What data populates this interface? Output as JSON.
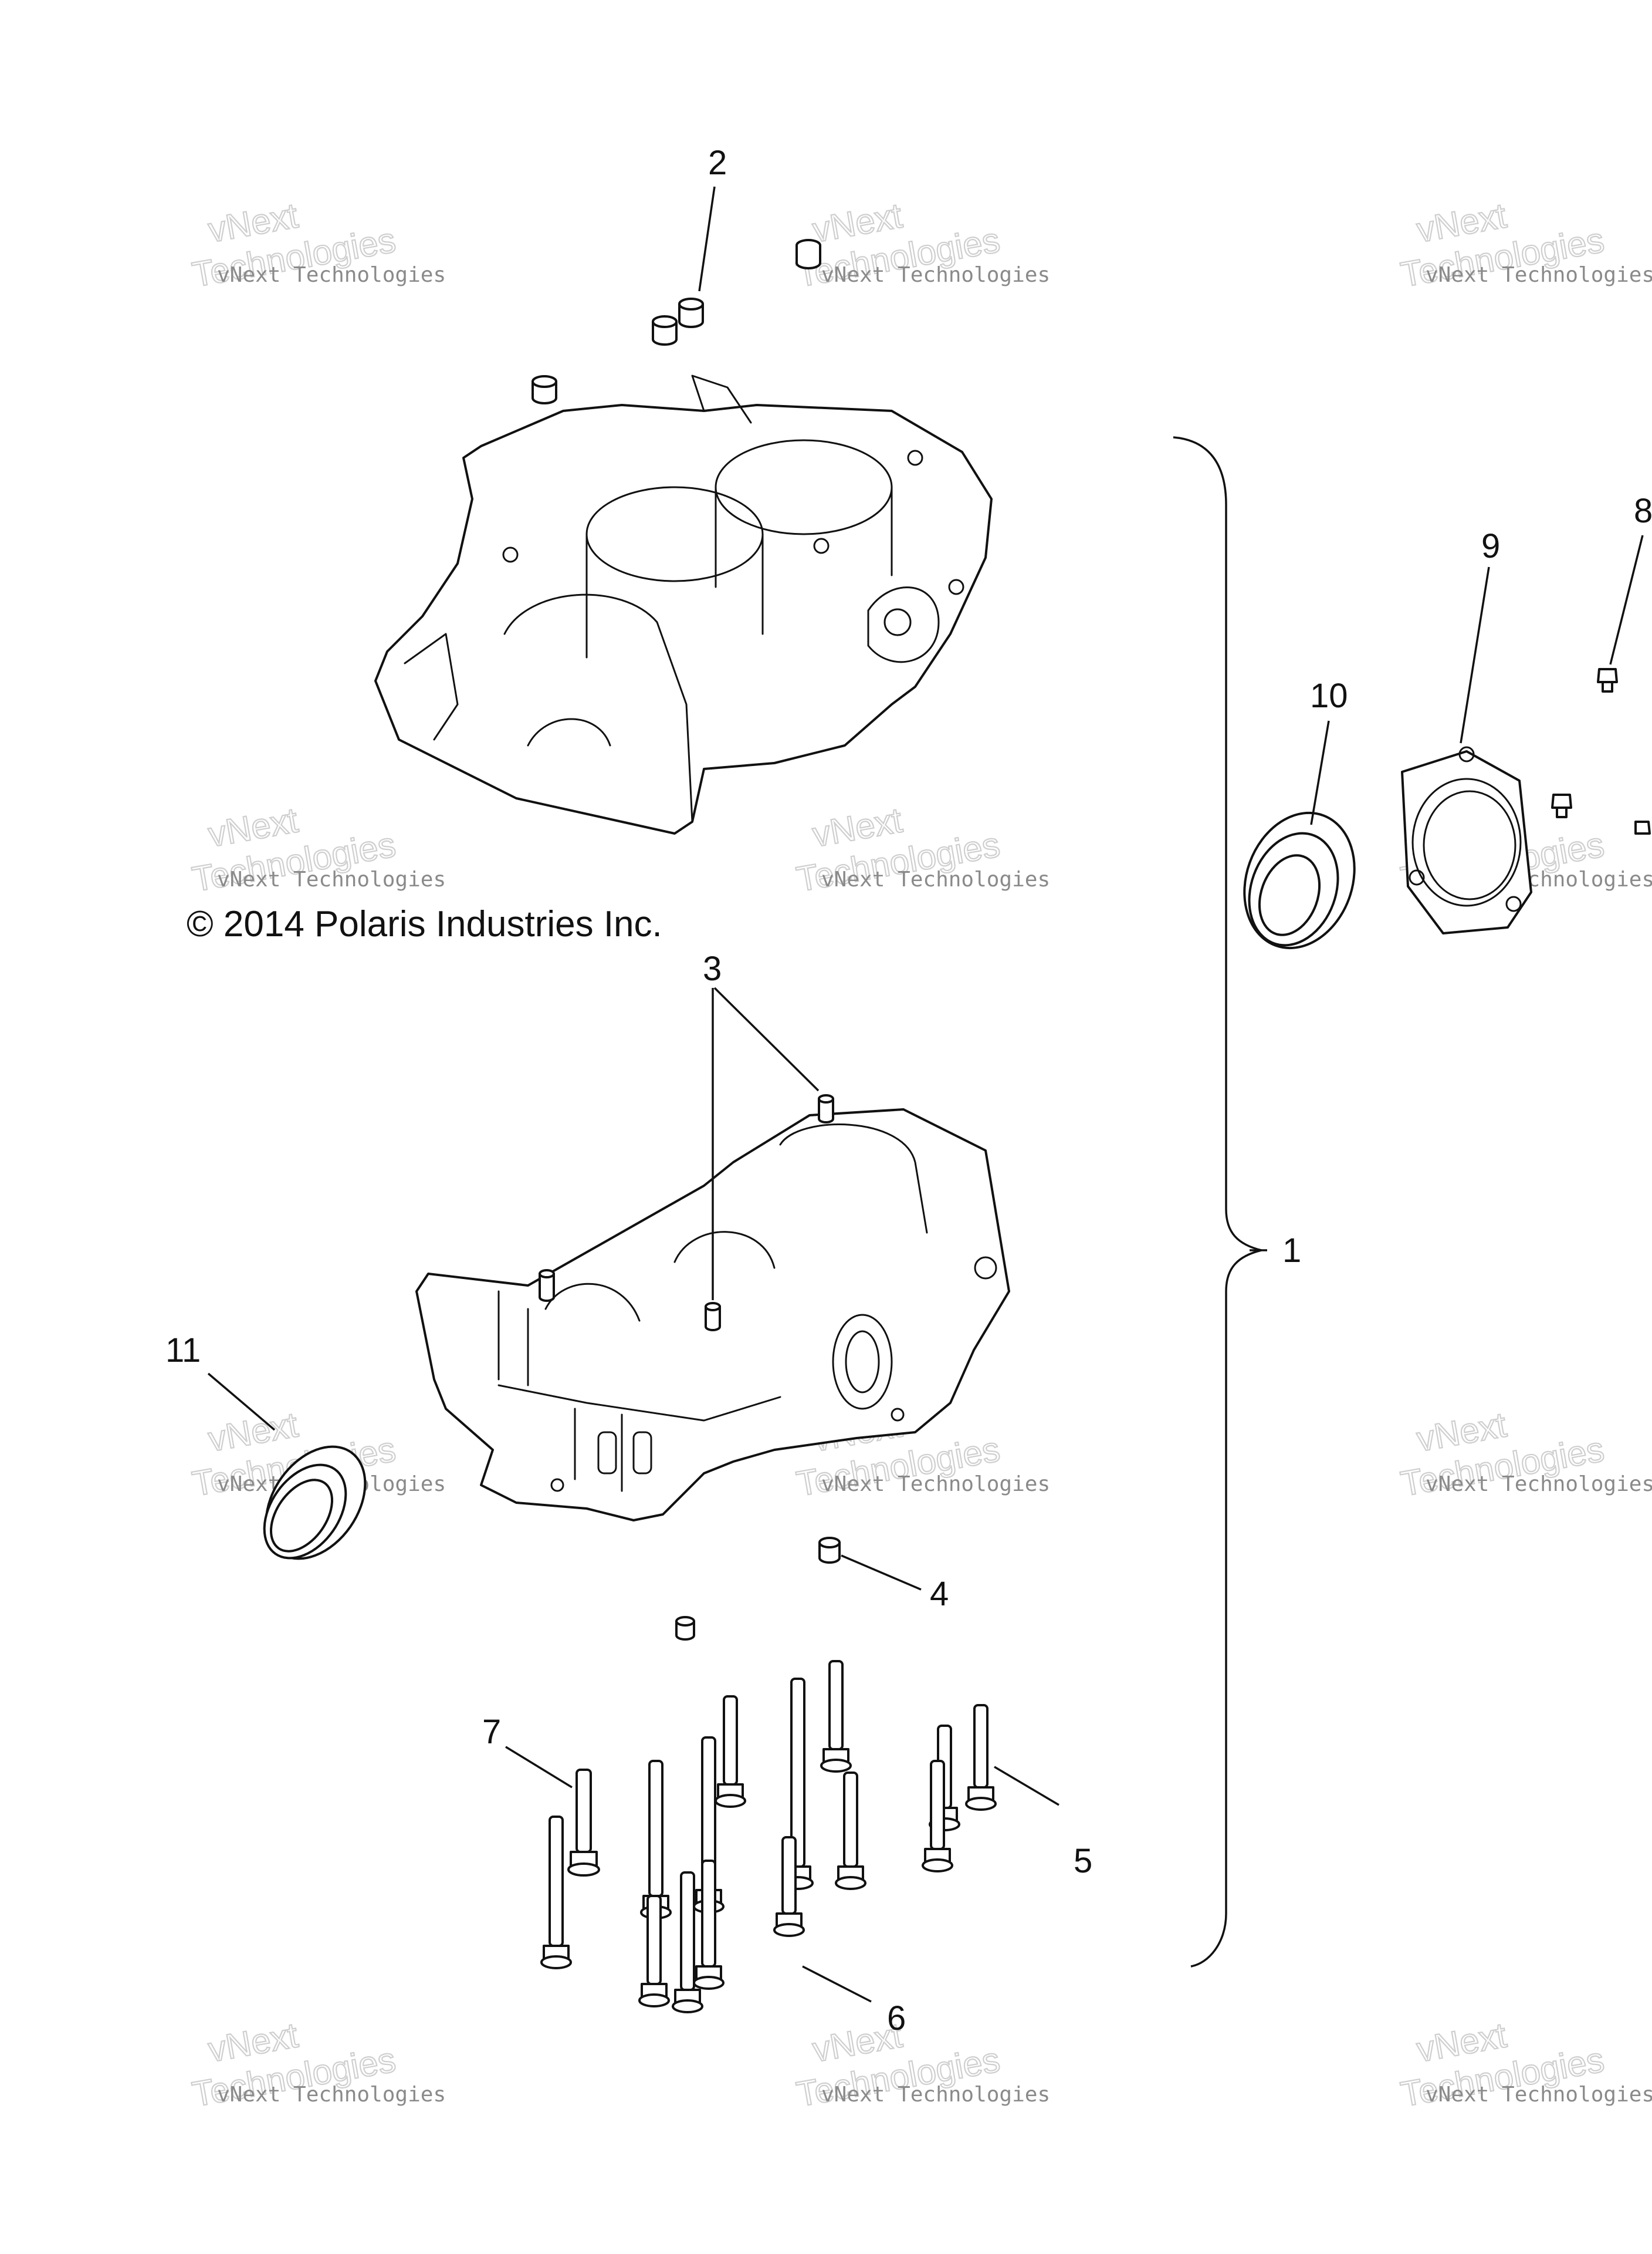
{
  "copyright": "© 2014 Polaris Industries Inc.",
  "watermark": {
    "line1": "vNext Technologies",
    "line2": "vNext",
    "line3": "Technologies"
  },
  "callouts": {
    "c1": "1",
    "c2": "2",
    "c3": "3",
    "c4": "4",
    "c5": "5",
    "c6": "6",
    "c7": "7",
    "c8": "8",
    "c9": "9",
    "c10": "10",
    "c11": "11"
  },
  "colors": {
    "line": "#111111",
    "watermark": "#8a8a8a",
    "background": "#ffffff"
  }
}
